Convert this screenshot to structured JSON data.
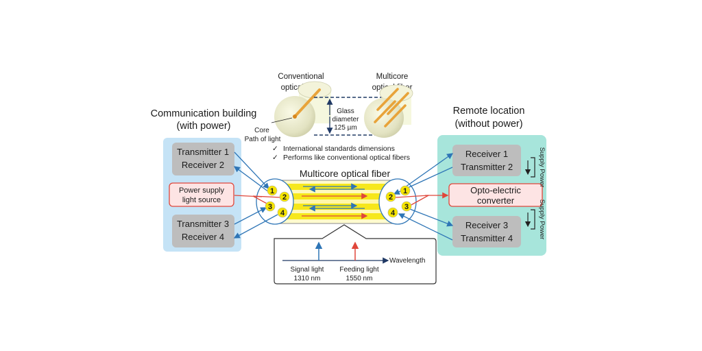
{
  "left_building": {
    "title_line1": "Communication building",
    "title_line2": "(with power)",
    "tx1": "Transmitter 1",
    "rx2": "Receiver 2",
    "power_line1": "Power supply",
    "power_line2": "light source",
    "tx3": "Transmitter 3",
    "rx4": "Receiver 4"
  },
  "right_location": {
    "title_line1": "Remote location",
    "title_line2": "(without power)",
    "rx1": "Receiver 1",
    "tx2": "Transmitter 2",
    "converter_line1": "Opto-electric",
    "converter_line2": "converter",
    "rx3": "Receiver 3",
    "tx4": "Transmitter 4",
    "supply_power_top": "Supply Power",
    "supply_power_bottom": "Supply Power"
  },
  "fiber_compare": {
    "conventional_line1": "Conventional",
    "conventional_line2": "optical fiber",
    "multicore_line1": "Multicore",
    "multicore_line2": "optical fiber",
    "glass_line1": "Glass",
    "glass_line2": "diameter",
    "glass_line3": "125 µm",
    "core_label": "Core",
    "path_label": "Path of light",
    "check1": "International standards dimensions",
    "check2": "Performs like conventional optical fibers",
    "check_mark": "✓"
  },
  "cable": {
    "title": "Multicore optical fiber",
    "core_numbers": [
      "1",
      "2",
      "3",
      "4"
    ]
  },
  "spectrum": {
    "axis_label": "Wavelength",
    "signal_line1": "Signal light",
    "signal_line2": "1310 nm",
    "feeding_line1": "Feeding light",
    "feeding_line2": "1550 nm"
  },
  "colors": {
    "left_panel": "#c5e3f6",
    "right_panel": "#a7e5db",
    "box_gray": "#bdbdbd",
    "power_box": "#fde4e4",
    "signal_blue": "#2e75b6",
    "feed_red": "#e0463a",
    "core_yellow": "#f5e400",
    "fiber_core_orange": "#e8a33a"
  }
}
